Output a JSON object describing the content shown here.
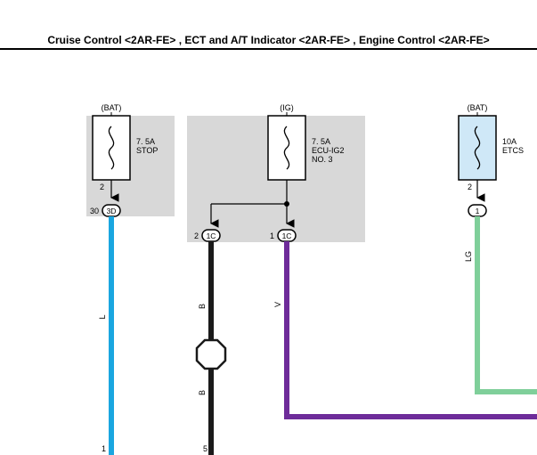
{
  "title": "Cruise Control <2AR-FE> , ECT and A/T Indicator <2AR-FE> , Engine Control <2AR-FE>",
  "fuses": [
    {
      "source": "(BAT)",
      "rating": "7. 5A",
      "name": "STOP",
      "name2": "",
      "pin": "2"
    },
    {
      "source": "(IG)",
      "rating": "7. 5A",
      "name": "ECU-IG2",
      "name2": "NO. 3",
      "pin": ""
    },
    {
      "source": "(BAT)",
      "rating": "10A",
      "name": "ETCS",
      "name2": "",
      "pin": "2"
    }
  ],
  "connectors": {
    "c3d": {
      "label": "3D",
      "pin": "30"
    },
    "c1c_left": {
      "label": "1C",
      "pin": "2"
    },
    "c1c_right": {
      "label": "1C",
      "pin": "1"
    },
    "c1": {
      "label": "1"
    }
  },
  "wires": {
    "blue": {
      "label": "L",
      "end_pin": "1",
      "color": "#1aa6e0"
    },
    "black": {
      "label_top": "B",
      "label_bottom": "B",
      "end_pin": "5",
      "color": "#1a1a1a"
    },
    "violet": {
      "label": "V",
      "color": "#6e2c9a"
    },
    "green": {
      "label": "LG",
      "color": "#7fcf9a"
    }
  },
  "colors": {
    "shade": "#d8d8d8",
    "etcs_fill": "#cfe8f7"
  }
}
